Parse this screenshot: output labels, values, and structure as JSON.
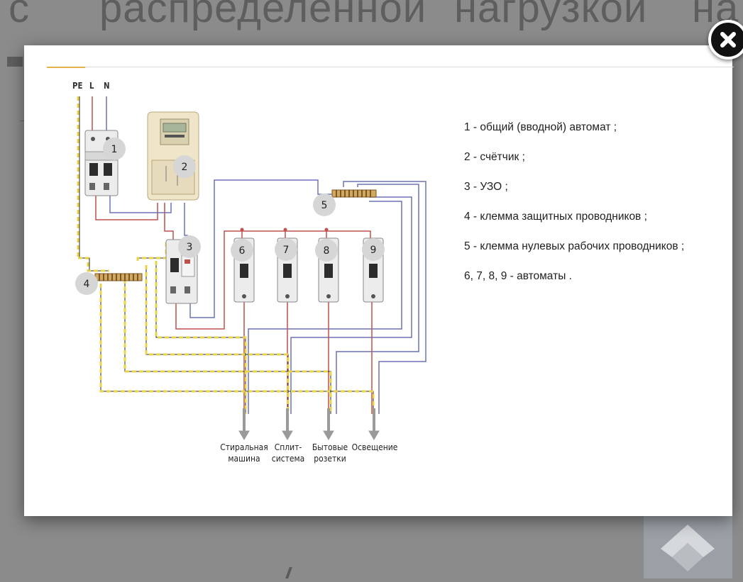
{
  "background": {
    "heading_words": [
      "с",
      "распределенной",
      "нагрузкой",
      "на"
    ]
  },
  "modal": {
    "close_icon": "close-x-icon",
    "scroll_top_icon": "chevron-up-icon"
  },
  "diagram": {
    "wire_labels": [
      "PE",
      "L",
      "N"
    ],
    "component_numbers": [
      "1",
      "2",
      "3",
      "4",
      "5",
      "6",
      "7",
      "8",
      "9"
    ],
    "legend": [
      "1 - общий (вводной) автомат ;",
      "2 - счётчик ;",
      "3 - УЗО ;",
      "4 - клемма защитных проводников ;",
      "5 - клемма нулевых рабочих проводников ;",
      "6, 7, 8, 9 - автоматы ."
    ],
    "outputs": [
      {
        "line1": "Стиральная",
        "line2": "машина"
      },
      {
        "line1": "Сплит-",
        "line2": "система"
      },
      {
        "line1": "Бытовые",
        "line2": "розетки"
      },
      {
        "line1": "Освещение",
        "line2": ""
      }
    ],
    "colors": {
      "phase": "#c0504d",
      "neutral": "#6b72b8",
      "pe_dash": "#e8d44a",
      "pe_line": "#2b2b2b",
      "busbar": "#b07a2a"
    }
  }
}
